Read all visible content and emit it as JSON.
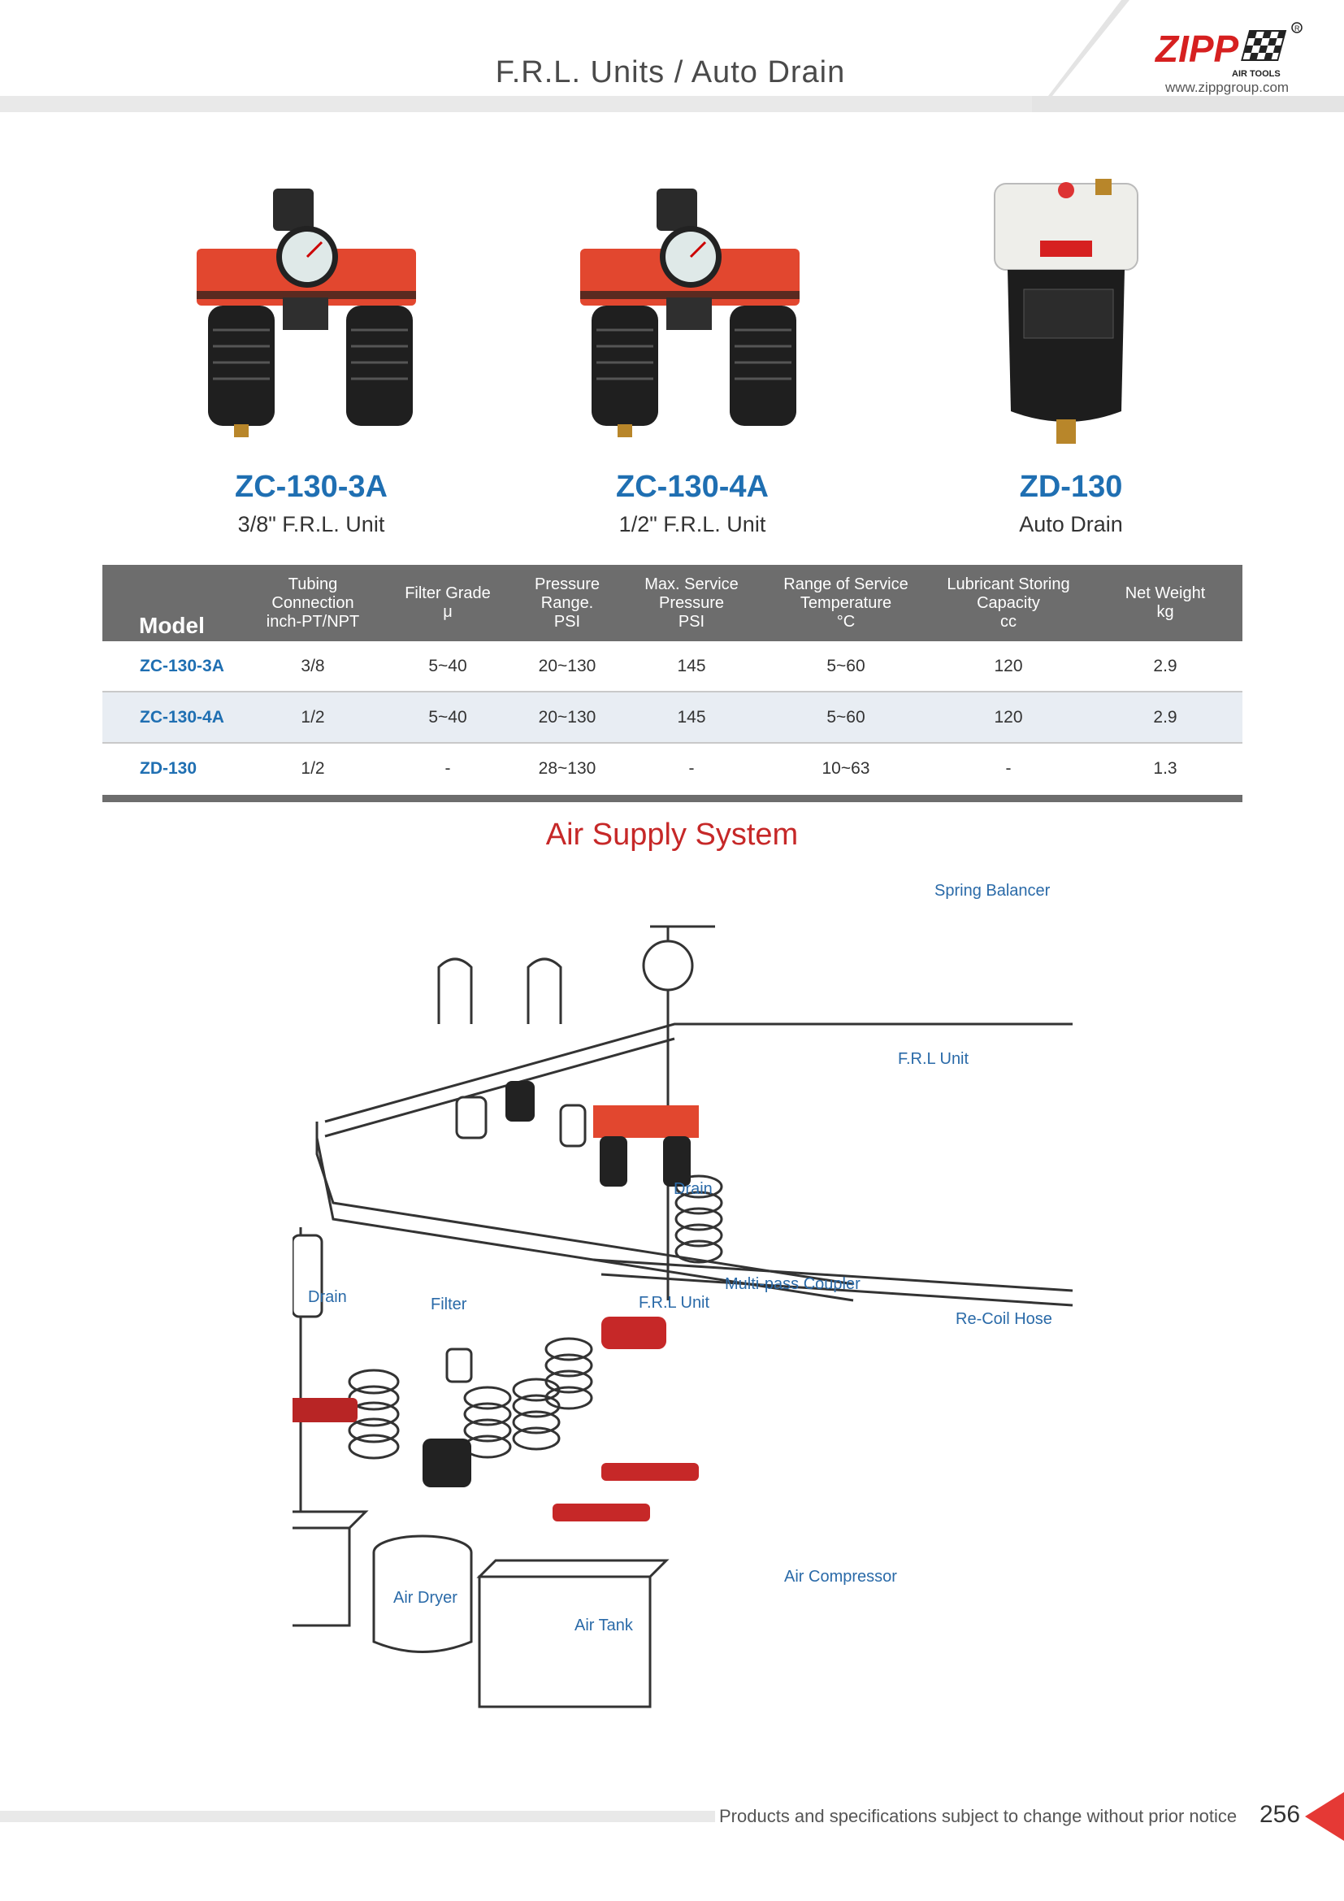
{
  "header": {
    "title": "F.R.L. Units / Auto Drain",
    "brand": "ZIPP",
    "brand_tagline": "AIR TOOLS",
    "website": "www.zippgroup.com",
    "accent_color": "#c62828"
  },
  "products": [
    {
      "model": "ZC-130-3A",
      "description": "3/8\" F.R.L. Unit",
      "image": "frl-unit-icon"
    },
    {
      "model": "ZC-130-4A",
      "description": "1/2\" F.R.L. Unit",
      "image": "frl-unit-icon"
    },
    {
      "model": "ZD-130",
      "description": "Auto Drain",
      "image": "auto-drain-icon"
    }
  ],
  "table": {
    "headers": [
      "Model",
      "Tubing\nConnection\ninch-PT/NPT",
      "Filter Grade\nμ",
      "Pressure\nRange.\nPSI",
      "Max. Service\nPressure\nPSI",
      "Range of Service\nTemperature\n°C",
      "Lubricant Storing\nCapacity\ncc",
      "Net Weight\nkg"
    ],
    "rows": [
      [
        "ZC-130-3A",
        "3/8",
        "5~40",
        "20~130",
        "145",
        "5~60",
        "120",
        "2.9"
      ],
      [
        "ZC-130-4A",
        "1/2",
        "5~40",
        "20~130",
        "145",
        "5~60",
        "120",
        "2.9"
      ],
      [
        "ZD-130",
        "1/2",
        "-",
        "28~130",
        "-",
        "10~63",
        "-",
        "1.3"
      ]
    ]
  },
  "diagram": {
    "title": "Air Supply System",
    "labels": {
      "spring_balancer": "Spring Balancer",
      "frl_unit_top": "F.R.L Unit",
      "drain_center": "Drain",
      "drain_left": "Drain",
      "filter": "Filter",
      "frl_unit_mid": "F.R.L Unit",
      "multipass_coupler": "Multi-pass Coupler",
      "recoil_hose": "Re-Coil Hose",
      "air_dryer": "Air Dryer",
      "air_tank": "Air Tank",
      "air_compressor": "Air Compressor"
    }
  },
  "footer": {
    "notice": "Products and specifications subject to change without prior notice",
    "page_number": "256"
  }
}
